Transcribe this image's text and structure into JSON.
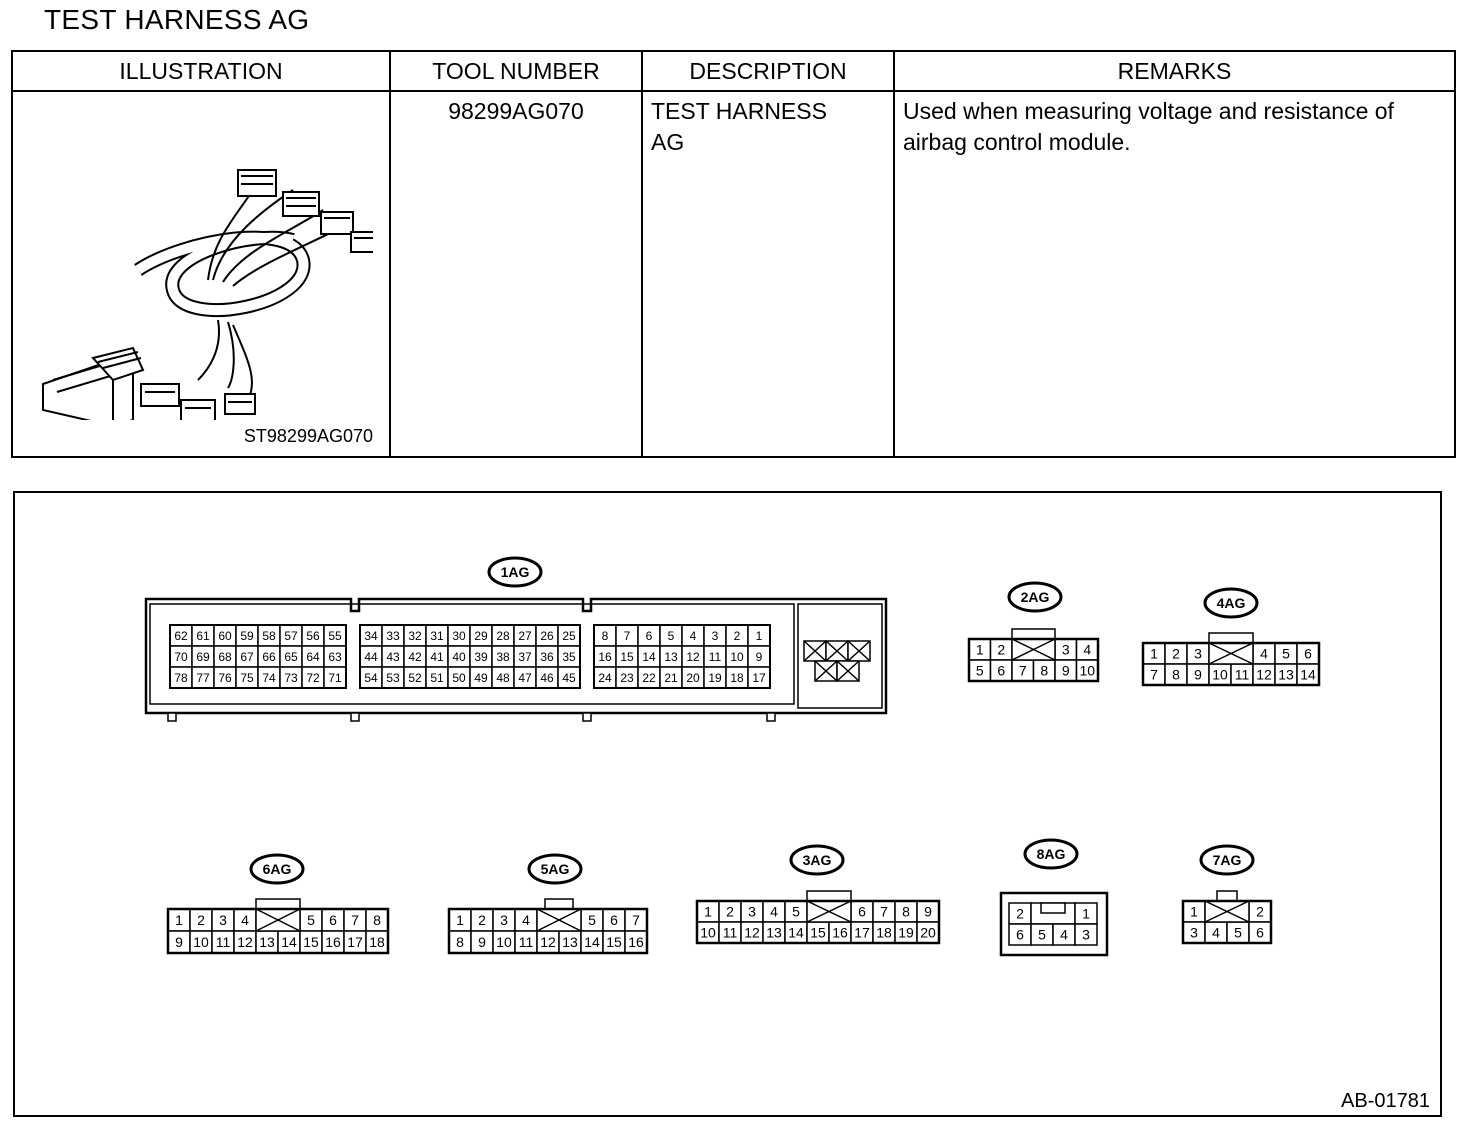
{
  "header": {
    "title": "TEST HARNESS AG"
  },
  "table": {
    "columns": [
      "ILLUSTRATION",
      "TOOL NUMBER",
      "DESCRIPTION",
      "REMARKS"
    ],
    "row": {
      "illustration_code": "ST98299AG070",
      "tool_number": "98299AG070",
      "description_line1": "TEST HARNESS",
      "description_line2": "AG",
      "remarks_line1": "Used when measuring voltage and resistance of",
      "remarks_line2": "airbag control module."
    }
  },
  "diagram": {
    "reference": "AB-01781",
    "connectors": [
      {
        "id": "1AG",
        "rows": [
          [
            "62",
            "61",
            "60",
            "59",
            "58",
            "57",
            "56",
            "55",
            "34",
            "33",
            "32",
            "31",
            "30",
            "29",
            "28",
            "27",
            "26",
            "25",
            "8",
            "7",
            "6",
            "5",
            "4",
            "3",
            "2",
            "1"
          ],
          [
            "70",
            "69",
            "68",
            "67",
            "66",
            "65",
            "64",
            "63",
            "44",
            "43",
            "42",
            "41",
            "40",
            "39",
            "38",
            "37",
            "36",
            "35",
            "16",
            "15",
            "14",
            "13",
            "12",
            "11",
            "10",
            "9"
          ],
          [
            "78",
            "77",
            "76",
            "75",
            "74",
            "73",
            "72",
            "71",
            "54",
            "53",
            "52",
            "51",
            "50",
            "49",
            "48",
            "47",
            "46",
            "45",
            "24",
            "23",
            "22",
            "21",
            "20",
            "19",
            "18",
            "17"
          ]
        ]
      },
      {
        "id": "2AG",
        "rows": [
          [
            "1",
            "2",
            "3",
            "4"
          ],
          [
            "5",
            "6",
            "7",
            "8",
            "9",
            "10"
          ]
        ]
      },
      {
        "id": "4AG",
        "rows": [
          [
            "1",
            "2",
            "3",
            "4",
            "5",
            "6"
          ],
          [
            "7",
            "8",
            "9",
            "10",
            "11",
            "12",
            "13",
            "14"
          ]
        ]
      },
      {
        "id": "6AG",
        "rows": [
          [
            "1",
            "2",
            "3",
            "4",
            "5",
            "6",
            "7",
            "8"
          ],
          [
            "9",
            "10",
            "11",
            "12",
            "13",
            "14",
            "15",
            "16",
            "17",
            "18"
          ]
        ]
      },
      {
        "id": "5AG",
        "rows": [
          [
            "1",
            "2",
            "3",
            "4",
            "5",
            "6",
            "7"
          ],
          [
            "8",
            "9",
            "10",
            "11",
            "12",
            "13",
            "14",
            "15",
            "16"
          ]
        ]
      },
      {
        "id": "3AG",
        "rows": [
          [
            "1",
            "2",
            "3",
            "4",
            "5",
            "6",
            "7",
            "8",
            "9"
          ],
          [
            "10",
            "11",
            "12",
            "13",
            "14",
            "15",
            "16",
            "17",
            "18",
            "19",
            "20"
          ]
        ]
      },
      {
        "id": "8AG",
        "rows": [
          [
            "2",
            "1"
          ],
          [
            "6",
            "5",
            "4",
            "3"
          ]
        ]
      },
      {
        "id": "7AG",
        "rows": [
          [
            "1",
            "2"
          ],
          [
            "3",
            "4",
            "5",
            "6"
          ]
        ]
      }
    ]
  }
}
